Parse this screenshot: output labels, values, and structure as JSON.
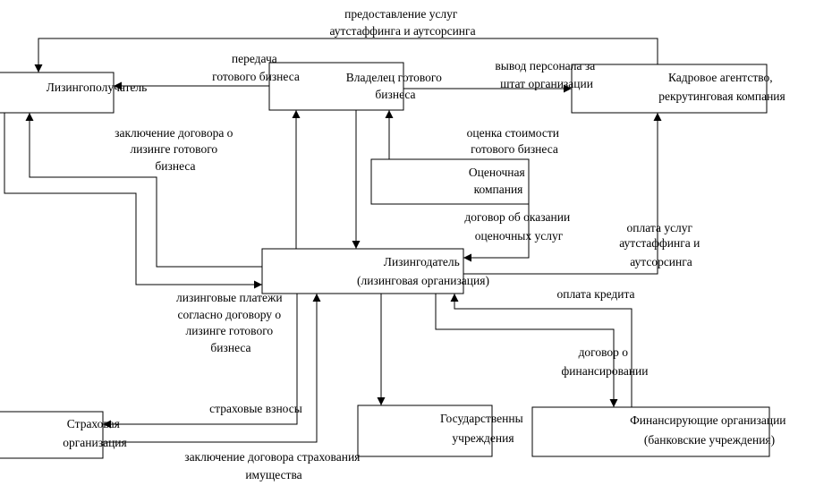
{
  "nodes": {
    "lessee": [
      "Лизингополучатель"
    ],
    "owner": [
      "Владелец готового",
      "бизнеса"
    ],
    "hr": [
      "Кадровое агентство,",
      "рекрутинговая компания"
    ],
    "appraisal": [
      "Оценочная",
      "компания"
    ],
    "lessor": [
      "Лизингодатель",
      "(лизинговая организация)"
    ],
    "insurance": [
      "Страховая",
      "организация"
    ],
    "gov": [
      "Государственны",
      "учреждения"
    ],
    "finance": [
      "Финансирующие организации",
      "(банковские учреждения)"
    ]
  },
  "edge_labels": {
    "outstaffing_service": [
      "предоставление услуг",
      "аутстаффинга и аутсорсинга"
    ],
    "transfer_business": [
      "передача",
      "готового бизнеса"
    ],
    "staff_transfer": [
      "вывод персонала за",
      "штат организации"
    ],
    "valuation": [
      "оценка стоимости",
      "готового бизнеса"
    ],
    "leasing_contract": [
      "заключение договора о",
      "лизинге готового",
      "бизнеса"
    ],
    "appraisal_contract": [
      "договор об оказании",
      "оценочных услуг"
    ],
    "outstaffing_payment": [
      "оплата услуг",
      "аутстаффинга и",
      "аутсорсинга"
    ],
    "credit_payment": [
      "оплата кредита"
    ],
    "lease_payments": [
      "лизинговые платежи",
      "согласно договору о",
      "лизинге готового",
      "бизнеса"
    ],
    "financing_contract": [
      "договор о",
      "финансировании"
    ],
    "insurance_premiums": [
      "страховые взносы"
    ],
    "insurance_contract": [
      "заключение договора страхования",
      "имущества"
    ]
  }
}
